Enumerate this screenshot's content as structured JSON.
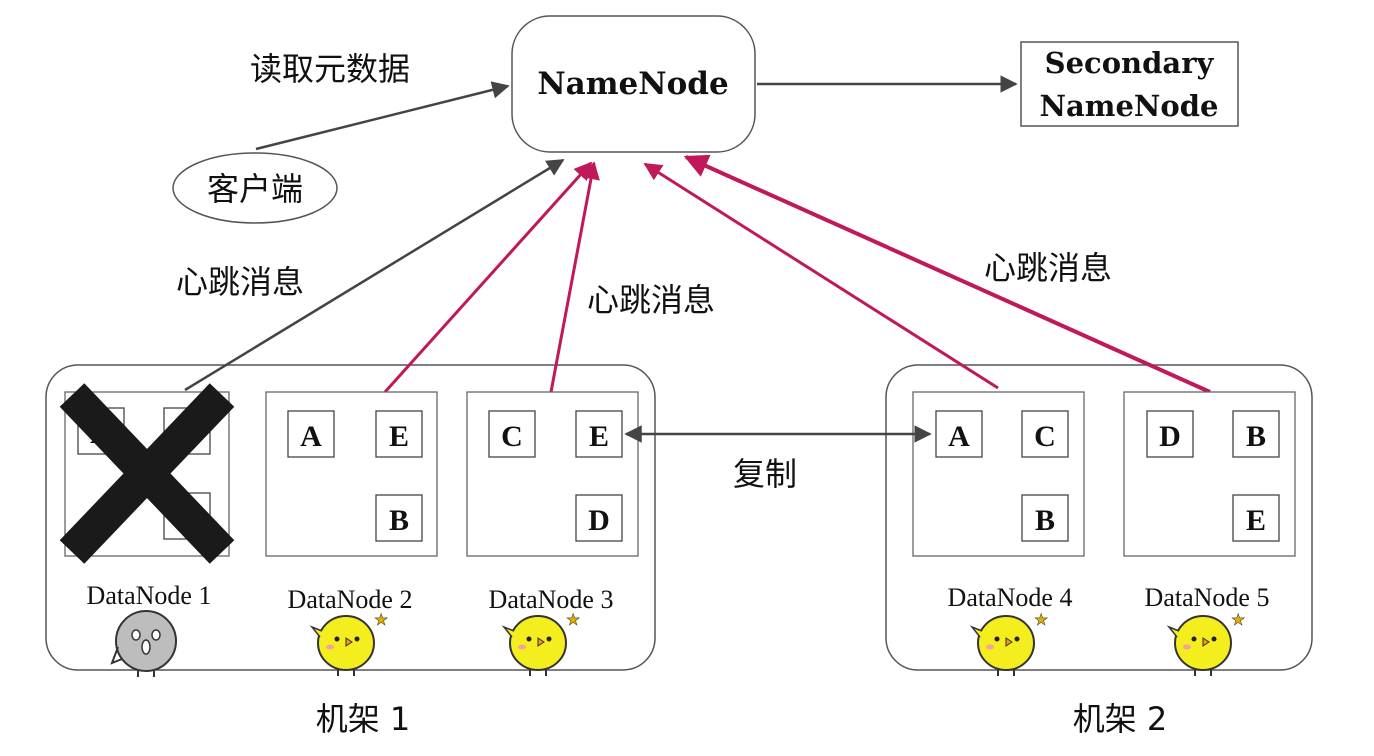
{
  "namenode": {
    "label": "NameNode"
  },
  "secondary": {
    "line1": "Secondary",
    "line2": "NameNode"
  },
  "client": {
    "label": "客户端",
    "edge_label": "读取元数据"
  },
  "heartbeat_labels": [
    "心跳消息",
    "心跳消息",
    "心跳消息"
  ],
  "replicate_label": "复制",
  "racks": [
    {
      "label": "机架 1"
    },
    {
      "label": "机架 2"
    }
  ],
  "datanodes": [
    {
      "label": "DataNode 1",
      "blocks": [
        "A",
        "C",
        "D"
      ],
      "failed": true
    },
    {
      "label": "DataNode 2",
      "blocks": [
        "A",
        "E",
        "B"
      ],
      "failed": false
    },
    {
      "label": "DataNode 3",
      "blocks": [
        "C",
        "E",
        "D"
      ],
      "failed": false
    },
    {
      "label": "DataNode 4",
      "blocks": [
        "A",
        "C",
        "B"
      ],
      "failed": false
    },
    {
      "label": "DataNode 5",
      "blocks": [
        "D",
        "B",
        "E"
      ],
      "failed": false
    }
  ],
  "colors": {
    "heartbeat": "#c0185a",
    "arrow": "#444444",
    "chick": "#f5ee1e",
    "chick_dead": "#bdbdbd"
  }
}
